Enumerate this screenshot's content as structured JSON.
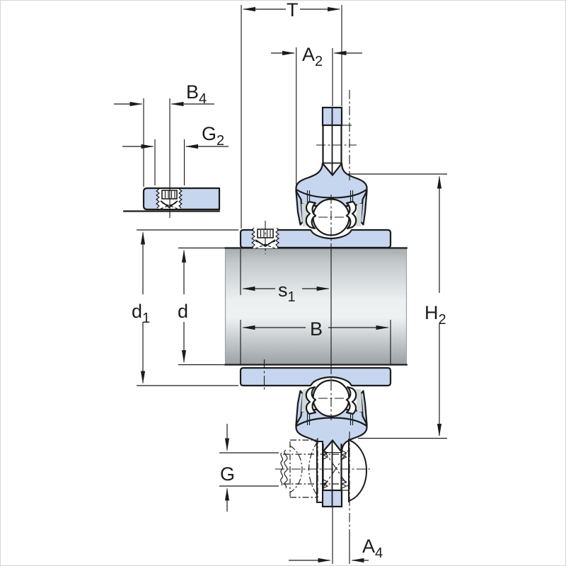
{
  "diagram": {
    "kind": "engineering cross-section drawing",
    "subject": "flanged Y-bearing unit with grub-screw inner ring, mounting stud, hex nut and spherical washer",
    "colors": {
      "part_fill": "#c6d6ef",
      "outline": "#1b1b1b",
      "shaft_light": "#edf0f1",
      "shaft_dark": "#9ba1a4",
      "background": "#ffffff"
    },
    "labels": {
      "T": {
        "main": "T",
        "sub": ""
      },
      "A2": {
        "main": "A",
        "sub": "2"
      },
      "B4": {
        "main": "B",
        "sub": "4"
      },
      "G2": {
        "main": "G",
        "sub": "2"
      },
      "s1": {
        "main": "s",
        "sub": "1"
      },
      "d1": {
        "main": "d",
        "sub": "1"
      },
      "d": {
        "main": "d",
        "sub": ""
      },
      "B": {
        "main": "B",
        "sub": ""
      },
      "H2": {
        "main": "H",
        "sub": "2"
      },
      "G": {
        "main": "G",
        "sub": ""
      },
      "A4": {
        "main": "A",
        "sub": "4"
      }
    }
  }
}
